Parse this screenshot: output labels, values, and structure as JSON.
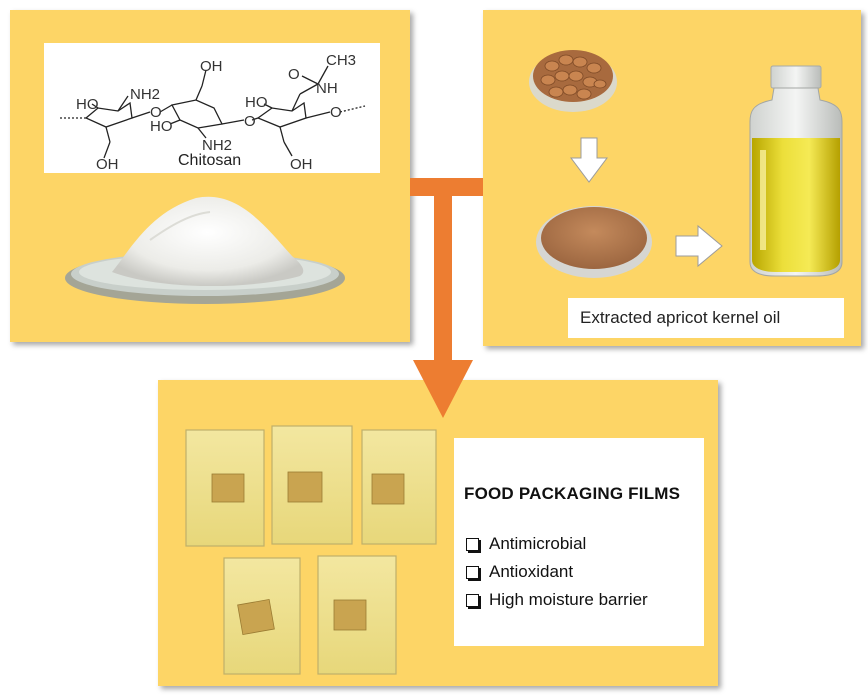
{
  "chitosan_panel": {
    "compound_label": "Chitosan",
    "structure_atoms": [
      "HO",
      "NH2",
      "O",
      "OH",
      "HO",
      "O",
      "NH2",
      "HO",
      "O",
      "NH",
      "CH3",
      "O",
      "OH",
      "OH"
    ]
  },
  "apricot_panel": {
    "caption": "Extracted apricot kernel oil"
  },
  "films_panel": {
    "title": "FOOD PACKAGING FILMS",
    "features": [
      "Antimicrobial",
      "Antioxidant",
      "High moisture barrier"
    ]
  },
  "colors": {
    "panel": "#fdd566",
    "arrow": "#ed7d31",
    "white_arrow": "#ffffff"
  }
}
